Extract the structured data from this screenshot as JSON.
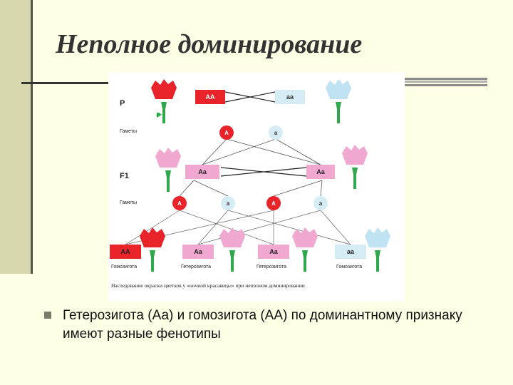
{
  "slide": {
    "title": "Неполное доминирование",
    "bullet": "Гетерозигота (Аа) и гомозигота (АА) по доминантному признаку имеют разные фенотипы"
  },
  "figure": {
    "generations": {
      "parents": "P",
      "f1": "F1"
    },
    "gametes_label": "Гаметы",
    "parent_genotypes": [
      "АА",
      "аа"
    ],
    "parent_gametes": [
      "А",
      "а"
    ],
    "f1_genotypes": [
      "Аа",
      "Аа"
    ],
    "f1_gametes": [
      "А",
      "а",
      "А",
      "а"
    ],
    "f2_genotypes": [
      "АА",
      "Аа",
      "Аа",
      "аа"
    ],
    "f2_labels": [
      "Гомозигота",
      "Гетерозигота",
      "Гетерозигота",
      "Гомозигота"
    ],
    "caption": "Наследование окраски цветков у «ночной красавицы» при неполном доминировании",
    "colors": {
      "red": "#e8232a",
      "pink": "#f0a8d0",
      "blue": "#bfe3f2",
      "stem": "#2ea84a"
    }
  }
}
